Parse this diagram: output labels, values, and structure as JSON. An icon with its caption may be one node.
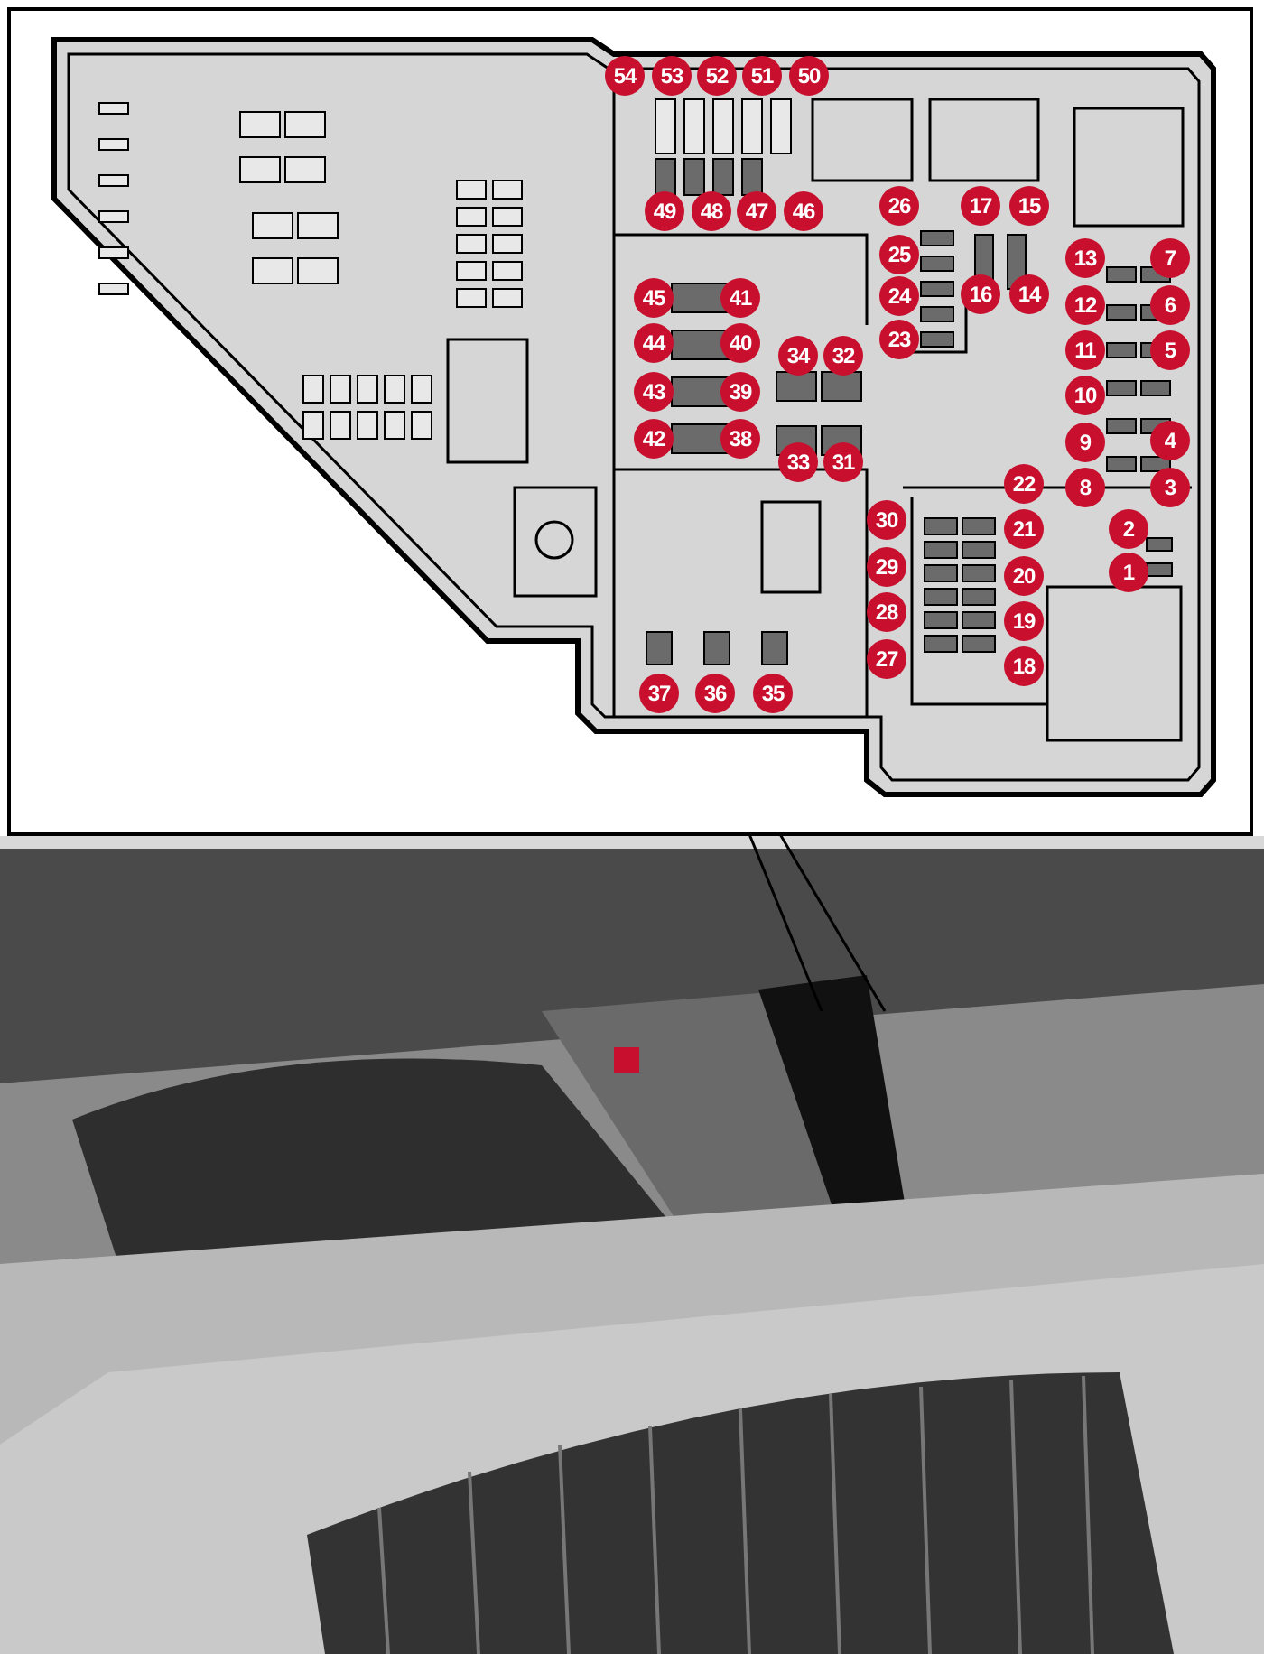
{
  "diagram": {
    "labels": [
      "54",
      "53",
      "52",
      "51",
      "50",
      "49",
      "48",
      "47",
      "46",
      "26",
      "17",
      "15",
      "25",
      "13",
      "7",
      "45",
      "41",
      "24",
      "16",
      "14",
      "12",
      "6",
      "44",
      "40",
      "34",
      "32",
      "23",
      "11",
      "5",
      "43",
      "39",
      "10",
      "42",
      "38",
      "33",
      "31",
      "9",
      "4",
      "22",
      "8",
      "3",
      "30",
      "21",
      "2",
      "29",
      "20",
      "1",
      "28",
      "19",
      "27",
      "18",
      "37",
      "36",
      "35"
    ]
  }
}
